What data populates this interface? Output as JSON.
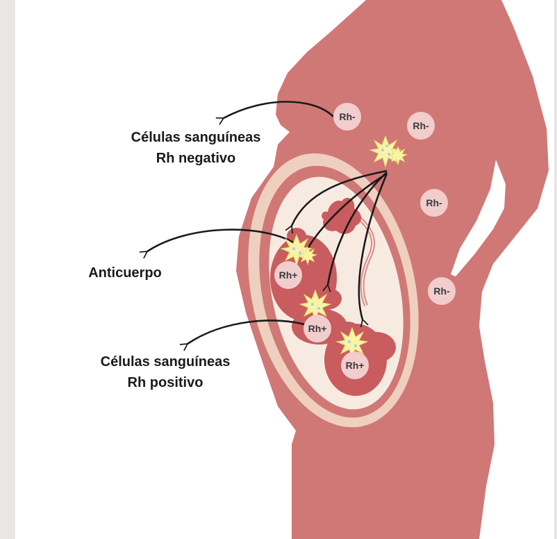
{
  "labels": {
    "rh_negative": {
      "line1": "Células sanguíneas",
      "line2": "Rh negativo"
    },
    "antibody": {
      "line1": "Anticuerpo"
    },
    "rh_positive": {
      "line1": "Células sanguíneas",
      "line2": "Rh positivo"
    }
  },
  "cells": {
    "mother": [
      "Rh-",
      "Rh-",
      "Rh-",
      "Rh-"
    ],
    "fetus": [
      "Rh+",
      "Rh+",
      "Rh+"
    ]
  },
  "colors": {
    "body": "#d07876",
    "uterus_wall": "#efcfbf",
    "amniotic": "#f7ebe1",
    "fetus": "#c95c5e",
    "cell": "#f1cdcd",
    "antibody": "#f9f3a6",
    "page_margin": "#e9e6e6"
  }
}
